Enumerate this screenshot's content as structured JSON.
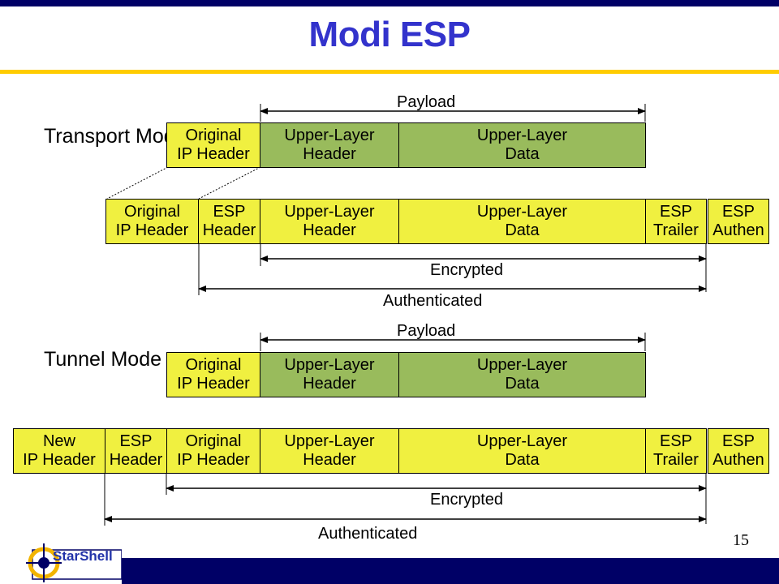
{
  "title": "Modi ESP",
  "slide_number": "15",
  "logo_text": "StarShell",
  "transport": {
    "label": "Transport\nMode",
    "payload_label": "Payload",
    "original": [
      "Original\nIP Header",
      "Upper-Layer\nHeader",
      "Upper-Layer\nData"
    ],
    "esp": [
      "Original\nIP Header",
      "ESP\nHeader",
      "Upper-Layer\nHeader",
      "Upper-Layer\nData",
      "ESP\nTrailer",
      "ESP\nAuthen"
    ],
    "encrypted_label": "Encrypted",
    "authenticated_label": "Authenticated"
  },
  "tunnel": {
    "label": "Tunnel\nMode",
    "payload_label": "Payload",
    "original": [
      "Original\nIP Header",
      "Upper-Layer\nHeader",
      "Upper-Layer\nData"
    ],
    "esp": [
      "New\nIP Header",
      "ESP\nHeader",
      "Original\nIP Header",
      "Upper-Layer\nHeader",
      "Upper-Layer\nData",
      "ESP\nTrailer",
      "ESP\nAuthen"
    ],
    "encrypted_label": "Encrypted",
    "authenticated_label": "Authenticated"
  },
  "colors": {
    "title": "#3333cc",
    "bar": "#000066",
    "rule": "#ffcc00",
    "header_fill": "#f0f040",
    "payload_fill": "#99bb5c"
  }
}
